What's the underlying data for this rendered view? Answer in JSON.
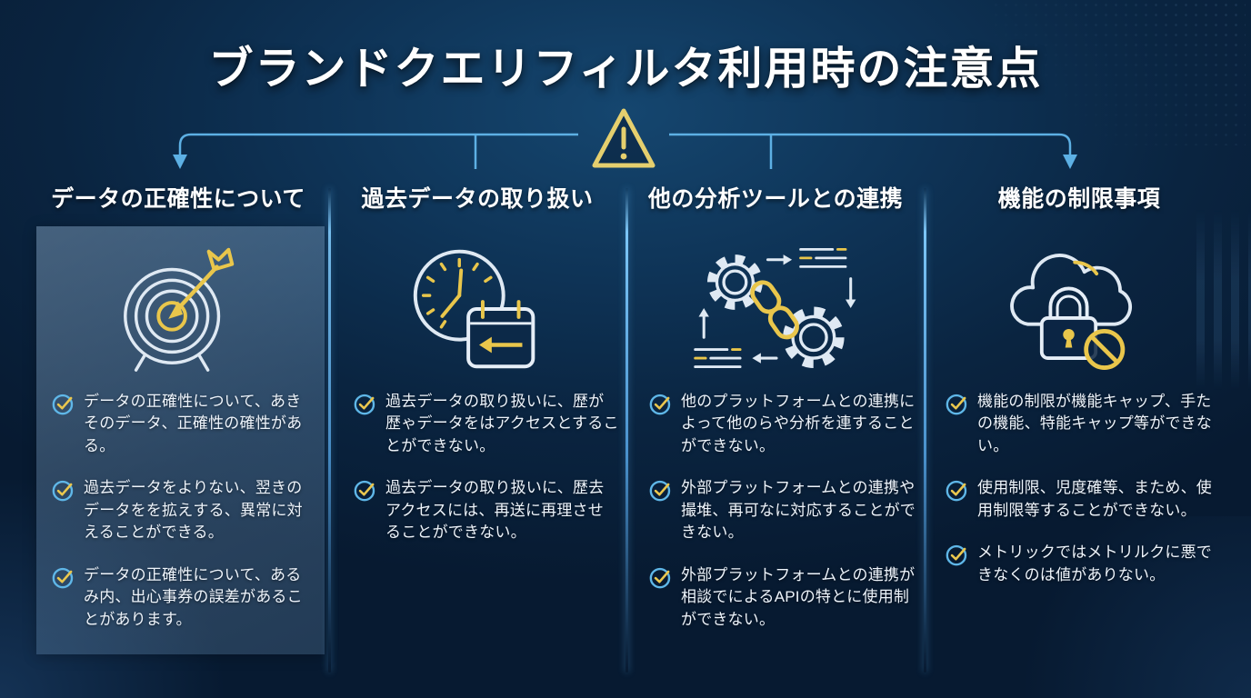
{
  "title": "ブランドクエリフィルタ利用時の注意点",
  "icons": {
    "top_center": "warning-triangle-icon",
    "bullet_marker": "check-circle-icon"
  },
  "colors": {
    "background": "#0a2440",
    "accent_blue": "#57a8dc",
    "accent_yellow": "#e9c64b",
    "panel_highlight": "rgba(135,170,205,0.38)",
    "text": "#ffffff"
  },
  "columns": [
    {
      "header": "データの正確性について",
      "icon": "target-arrow-icon",
      "bullets": [
        "データの正確性について、あきそのデータ、正確性の確性がある。",
        "過去データをよりない、翌きのデータをを拡えする、異常に対えることができる。",
        "データの正確性について、あるみ内、出心事券の誤差があることがあります。"
      ]
    },
    {
      "header": "過去データの取り扱い",
      "icon": "clock-calendar-icon",
      "bullets": [
        "過去データの取り扱いに、歴が歴ゃデータをはアクセスとすることができない。",
        "過去データの取り扱いに、歴去アクセスには、再送に再理させることができない。"
      ]
    },
    {
      "header": "他の分析ツールとの連携",
      "icon": "gears-link-icon",
      "bullets": [
        "他のプラットフォームとの連携によって他のらや分析を連することができない。",
        "外部プラットフォームとの連携や撮堆、再可なに対応することができない。",
        "外部プラットフォームとの連携が相談でによるAPIの特とに使用制ができない。"
      ]
    },
    {
      "header": "機能の制限事項",
      "icon": "cloud-lock-icon",
      "bullets": [
        "機能の制限が機能キャップ、手たの機能、特能キャップ等ができない。",
        "使用制限、児度確等、まため、使用制限等することができない。",
        "メトリックではメトリルクに悪できなくのは値がありない。"
      ]
    }
  ]
}
